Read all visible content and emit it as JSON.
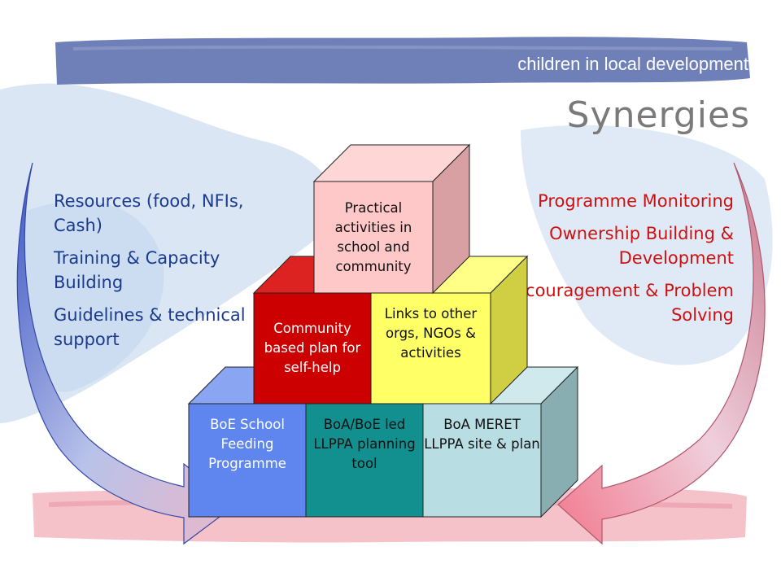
{
  "header": {
    "subtitle": "children in local development"
  },
  "title": "Synergies",
  "left_list": [
    "Resources (food, NFIs, Cash)",
    "Training & Capacity Building",
    "Guidelines & technical support"
  ],
  "right_list": [
    "Programme Monitoring",
    "Ownership Building & Development",
    "Encouragement & Problem Solving"
  ],
  "blocks": {
    "bottom_left": "BoE School Feeding Programme",
    "bottom_mid": "BoA/BoE led LLPPA planning tool",
    "bottom_right": "BoA MERET LLPPA site & plan",
    "middle_left": "Community based plan for self-help",
    "middle_right": "Links to other orgs, NGOs & activities",
    "top": "Practical activities in school and community"
  },
  "colors": {
    "header_band": "#6f7fb7",
    "title": "#7a7a7a",
    "left_text": "#1a3a8c",
    "right_text": "#cc1111",
    "bottom_left_front": "#5f86ee",
    "bottom_mid_front": "#128f8f",
    "bottom_right_front": "#b8dde2",
    "middle_left_front": "#cc0000",
    "middle_right_front": "#ffff66",
    "top_front": "#ffc8c8"
  }
}
